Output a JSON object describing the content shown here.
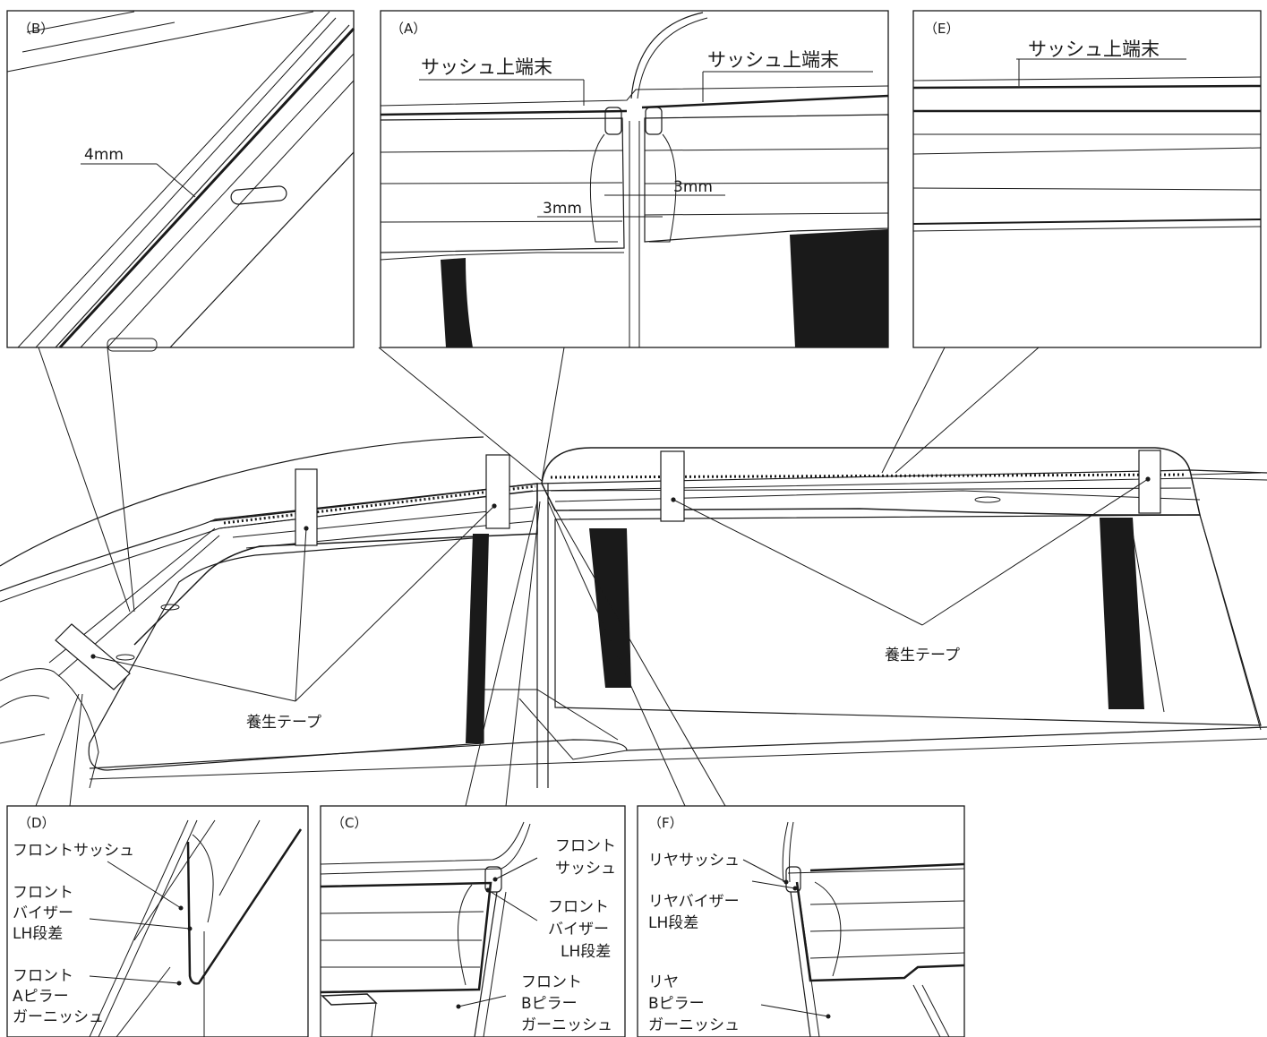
{
  "panels": {
    "A": {
      "tag": "（A）",
      "label_left": "サッシュ上端末",
      "label_right": "サッシュ上端末",
      "gap_upper": "3mm",
      "gap_lower": "3mm"
    },
    "B": {
      "tag": "（B）",
      "gap": "4mm"
    },
    "C": {
      "tag": "（C）",
      "l1a": "フロント",
      "l1b": "サッシュ",
      "l2a": "フロント",
      "l2b": "バイザー",
      "l2c": "LH段差",
      "l3a": "フロント",
      "l3b": "Bピラー",
      "l3c": "ガーニッシュ"
    },
    "D": {
      "tag": "（D）",
      "l1": "フロントサッシュ",
      "l2a": "フロント",
      "l2b": "バイザー",
      "l2c": "LH段差",
      "l3a": "フロント",
      "l3b": "Aピラー",
      "l3c": "ガーニッシュ"
    },
    "E": {
      "tag": "（E）",
      "label": "サッシュ上端末"
    },
    "F": {
      "tag": "（F）",
      "l1": "リヤサッシュ",
      "l2a": "リヤバイザー",
      "l2b": "LH段差",
      "l3a": "リヤ",
      "l3b": "Bピラー",
      "l3c": "ガーニッシュ"
    }
  },
  "main": {
    "tape_front": "養生テープ",
    "tape_rear": "養生テープ"
  }
}
